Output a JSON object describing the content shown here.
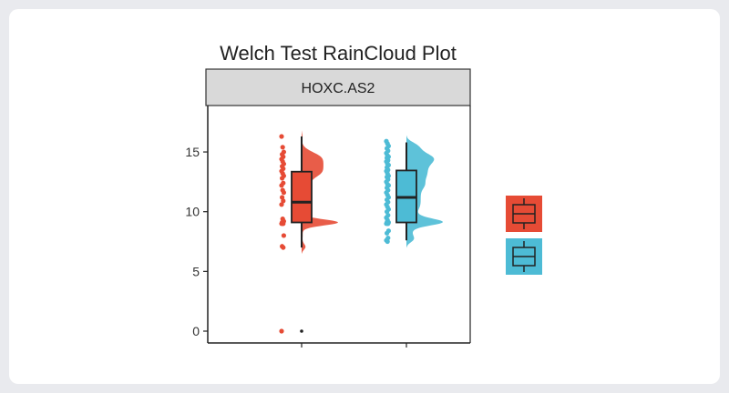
{
  "chart_data": {
    "type": "raincloud",
    "title": "Welch Test RainCloud Plot",
    "facet_label": "HOXC.AS2",
    "xlabel": "",
    "ylabel": "",
    "ylim": [
      -0.8,
      18.5
    ],
    "yticks": [
      "0",
      "5",
      "10",
      "15"
    ],
    "grid": false,
    "legend": "right",
    "series": [
      {
        "color": "#e64b35",
        "box": {
          "min": 7.0,
          "q1": 9.1,
          "median": 10.8,
          "q3": 13.35,
          "max": 16.3
        },
        "outliers": [
          0
        ],
        "points": [
          16.3,
          15.4,
          15.0,
          14.8,
          14.6,
          14.4,
          14.2,
          14.0,
          13.8,
          13.6,
          13.4,
          13.2,
          13.0,
          12.8,
          12.4,
          12.2,
          11.8,
          11.6,
          11.2,
          10.9,
          10.6,
          9.4,
          9.2,
          9.1,
          9.0,
          9.0,
          9.0,
          8.0,
          7.1,
          7.0,
          0
        ]
      },
      {
        "color": "#4dbbd5",
        "box": {
          "min": 7.6,
          "q1": 9.1,
          "median": 11.2,
          "q3": 13.45,
          "max": 15.8
        },
        "outliers": [],
        "points": [
          15.9,
          15.7,
          15.5,
          15.3,
          15.1,
          14.9,
          14.7,
          14.6,
          14.5,
          14.3,
          14.2,
          14.0,
          13.9,
          13.7,
          13.5,
          13.4,
          13.2,
          13.0,
          12.9,
          12.7,
          12.5,
          12.3,
          12.2,
          12.0,
          11.8,
          11.6,
          11.4,
          11.2,
          11.0,
          10.8,
          10.6,
          10.4,
          10.2,
          10.0,
          9.7,
          9.5,
          9.3,
          9.1,
          9.1,
          9.0,
          9.0,
          9.0,
          8.4,
          8.2,
          7.8,
          7.6,
          7.5
        ]
      }
    ]
  }
}
